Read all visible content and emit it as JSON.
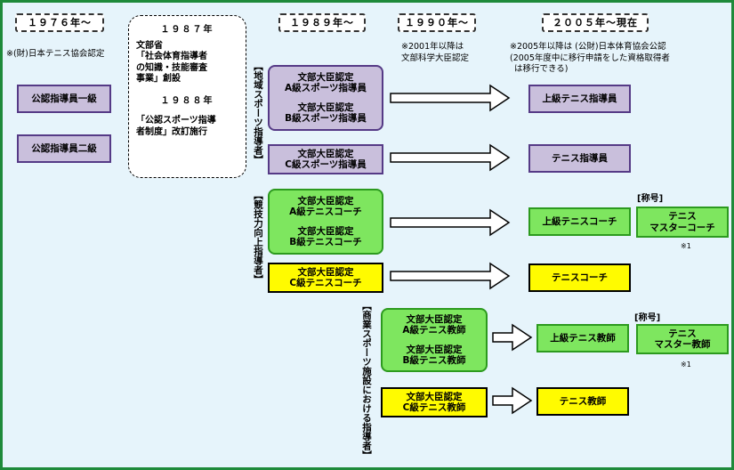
{
  "headers": [
    "１９７６年～",
    "１９８７年",
    "１９８９年～",
    "１９９０年～",
    "２００５年～現在"
  ],
  "notes": {
    "jta_1976": "※(財)日本テニス協会認定",
    "mext_2001_l1": "※2001年以降は",
    "mext_2001_l2": "文部科学大臣認定",
    "jasa_2005_l1": "※2005年以降は (公財)日本体育協会公認",
    "jasa_2005_l2": "(2005年度中に移行申請をした資格取得者",
    "jasa_2005_l3": "は移行できる)",
    "title_label_1": "[称号]",
    "title_label_2": "[称号]",
    "ref_1": "※1",
    "ref_2": "※1"
  },
  "jta_boxes": [
    "公認指導員一級",
    "公認指導員二級"
  ],
  "mext_history": {
    "l1": "文部省",
    "l2": "「社会体育指導者",
    "l3": "の知識・技能審査",
    "l4": "事業」創設",
    "year2": "１９８８年",
    "l5": "「公認スポーツ指導",
    "l6": "者制度」改訂施行"
  },
  "categories": {
    "regional": "【地域スポーツ指導者】",
    "competitive": "【競技力向上指導者】",
    "commercial": "【商業スポーツ施設における指導者】"
  },
  "boxes_1989": {
    "regional_ab": {
      "l1": "文部大臣認定",
      "l2": "A級スポーツ指導員",
      "l3": "文部大臣認定",
      "l4": "B級スポーツ指導員"
    },
    "regional_c": {
      "l1": "文部大臣認定",
      "l2": "C級スポーツ指導員"
    },
    "coach_ab": {
      "l1": "文部大臣認定",
      "l2": "A級テニスコーチ",
      "l3": "文部大臣認定",
      "l4": "B級テニスコーチ"
    },
    "coach_c": {
      "l1": "文部大臣認定",
      "l2": "C級テニスコーチ"
    },
    "teacher_ab": {
      "l1": "文部大臣認定",
      "l2": "A級テニス教師",
      "l3": "文部大臣認定",
      "l4": "B級テニス教師"
    },
    "teacher_c": {
      "l1": "文部大臣認定",
      "l2": "C級テニス教師"
    }
  },
  "boxes_2005": {
    "senior_instructor": "上級テニス指導員",
    "instructor": "テニス指導員",
    "senior_coach": "上級テニスコーチ",
    "master_coach_l1": "テニス",
    "master_coach_l2": "マスターコーチ",
    "coach": "テニスコーチ",
    "senior_teacher": "上級テニス教師",
    "master_teacher_l1": "テニス",
    "master_teacher_l2": "マスター教師",
    "teacher": "テニス教師"
  },
  "colors": {
    "frame": "#1e8a3a",
    "background": "#e6f4fb",
    "purple": "#c9bfdc",
    "green": "#7ee65f",
    "yellow": "#fffb00"
  }
}
